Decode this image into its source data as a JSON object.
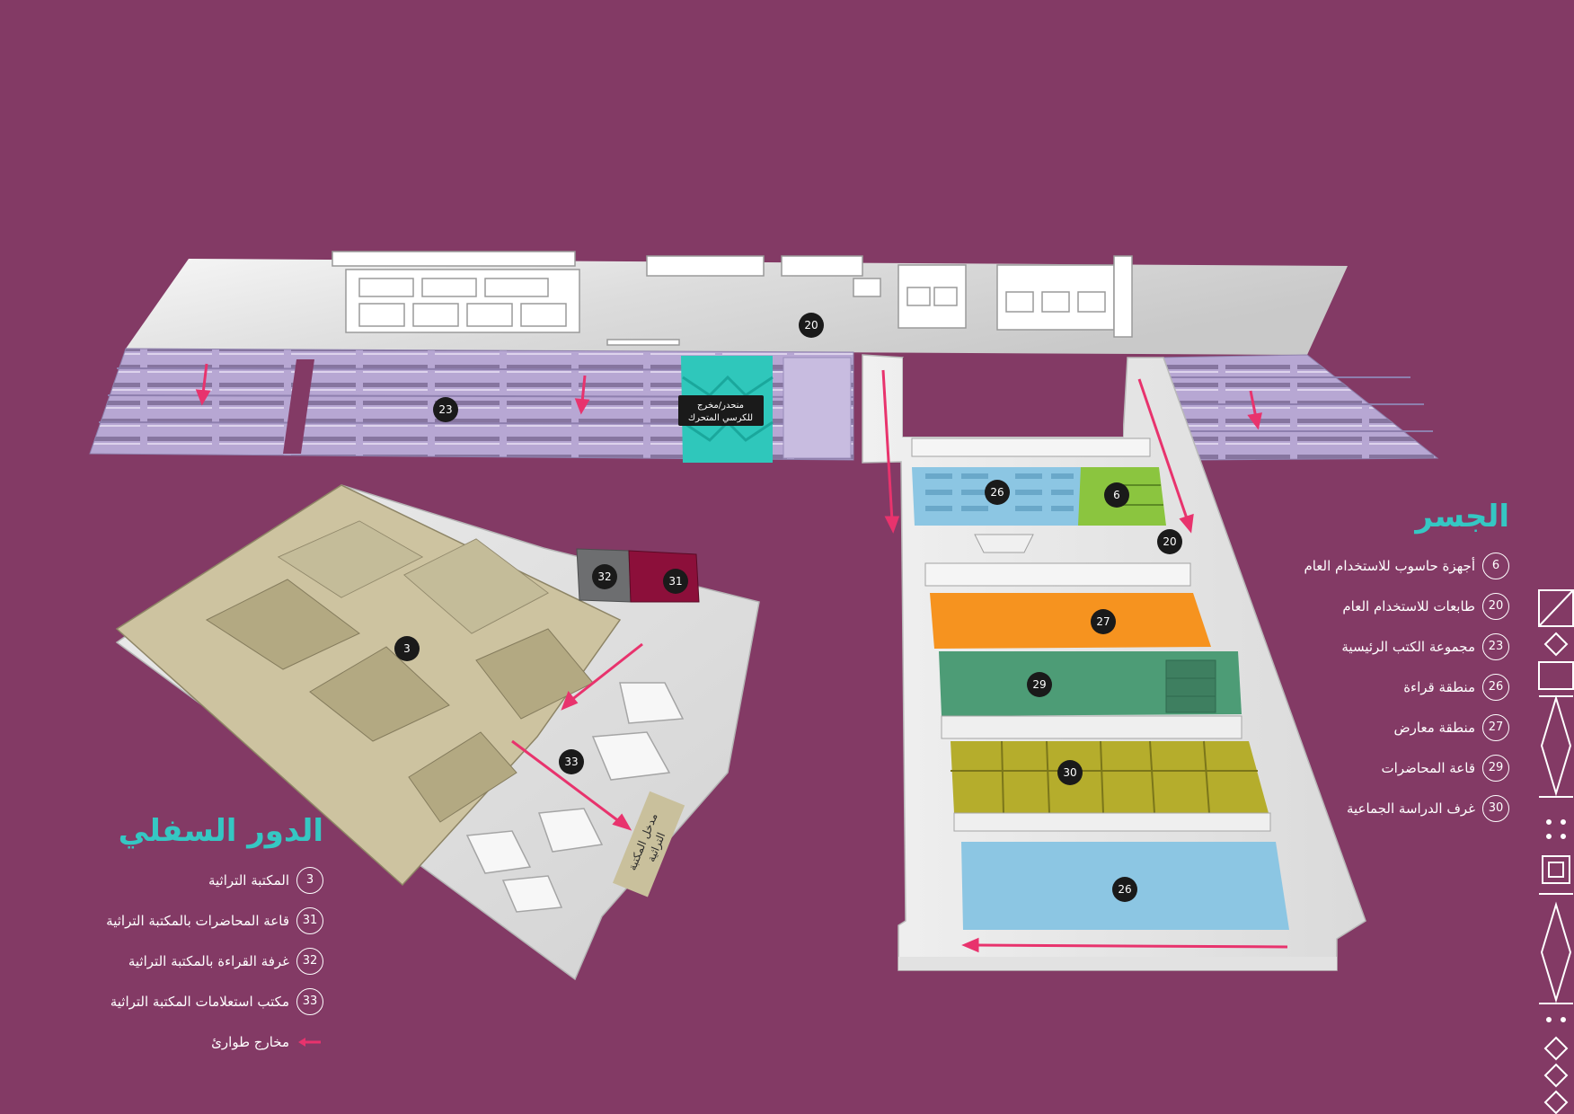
{
  "map": {
    "markers": [
      {
        "label": "20"
      },
      {
        "label": "23"
      },
      {
        "label": "26"
      },
      {
        "label": "6"
      },
      {
        "label": "20"
      },
      {
        "label": "27"
      },
      {
        "label": "29"
      },
      {
        "label": "30"
      },
      {
        "label": "26"
      },
      {
        "label": "3"
      },
      {
        "label": "32"
      },
      {
        "label": "31"
      },
      {
        "label": "33"
      }
    ],
    "ramp_label_line1": "منحدر/مخرج",
    "ramp_label_line2": "للكرسي المتحرك",
    "entrance_label_line1": "مدخل المكتبة",
    "entrance_label_line2": "التراثية"
  },
  "legend_bridge": {
    "title": "الجسر",
    "items": [
      {
        "num": "6",
        "label": "أجهزة حاسوب للاستخدام العام"
      },
      {
        "num": "20",
        "label": "طابعات للاستخدام العام"
      },
      {
        "num": "23",
        "label": "مجموعة الكتب الرئيسية"
      },
      {
        "num": "26",
        "label": "منطقة قراءة"
      },
      {
        "num": "27",
        "label": "منطقة معارض"
      },
      {
        "num": "29",
        "label": "قاعة المحاضرات"
      },
      {
        "num": "30",
        "label": "غرف الدراسة الجماعية"
      }
    ]
  },
  "legend_lower": {
    "title": "الدور السفلي",
    "items": [
      {
        "num": "3",
        "label": "المكتبة التراثية"
      },
      {
        "num": "31",
        "label": "قاعة المحاضرات بالمكتبة التراثية"
      },
      {
        "num": "32",
        "label": "غرفة القراءة بالمكتبة التراثية"
      },
      {
        "num": "33",
        "label": "مكتب استعلامات المكتبة التراثية"
      }
    ],
    "emergency_label": "مخارج طوارئ"
  },
  "colors": {
    "background": "#833a65",
    "title": "#35c7c3",
    "bookstacks": "#b7a7d3",
    "ramp": "#2fc7bb",
    "reading_area": "#8cc6e3",
    "computers": "#8bc53f",
    "exhibition": "#f6931f",
    "lecture_hall": "#4d9c76",
    "study_rooms": "#b5ad2c",
    "heritage_library": "#cdc3a0",
    "heritage_lecture": "#8c0f3a",
    "heritage_reading": "#6d6e70",
    "emergency_arrow": "#e8336d",
    "marker": "#1a1a1a"
  }
}
